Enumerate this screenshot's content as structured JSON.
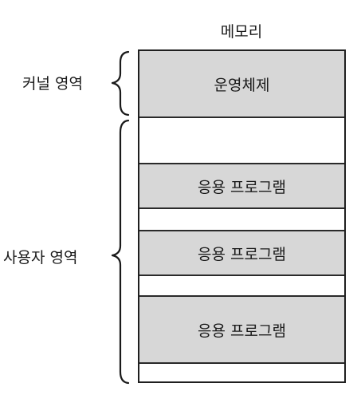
{
  "title": "메모리",
  "regions": {
    "kernel": "커널 영역",
    "user": "사용자 영역"
  },
  "blocks": {
    "os": "운영체제",
    "app1": "응용 프로그램",
    "app2": "응용 프로그램",
    "app3": "응용 프로그램"
  }
}
